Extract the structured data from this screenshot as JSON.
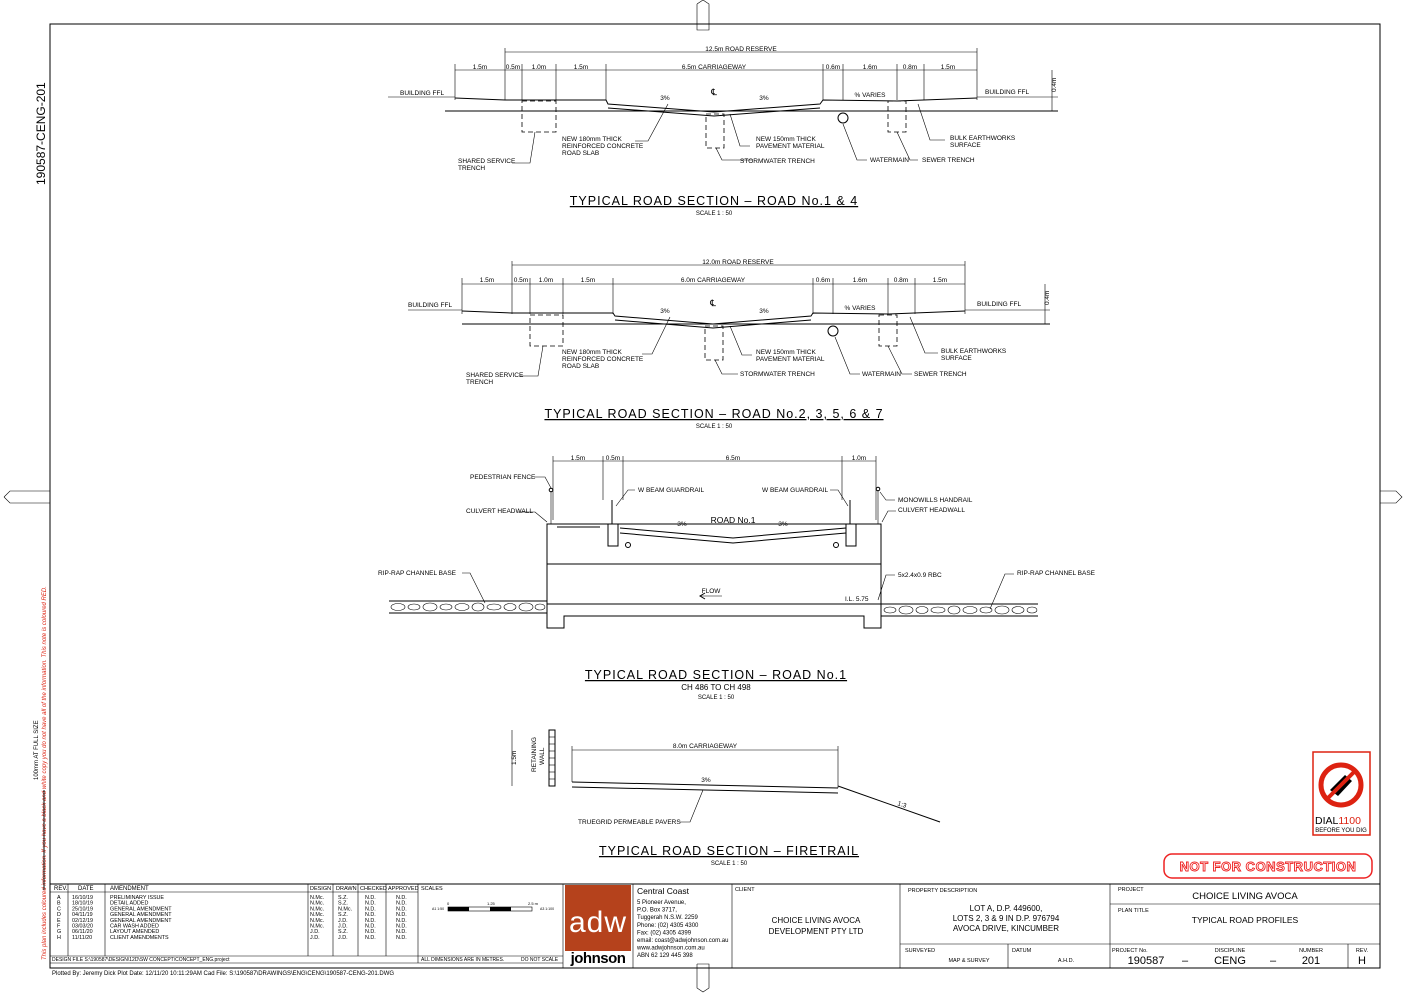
{
  "sheet": {
    "drawing_id": "190587-CENG-201",
    "full_size_note": "100mm AT FULL SIZE",
    "colour_note": "This plan includes coloured information. If you have a black and white copy you do not have all of the information. This note is coloured RED."
  },
  "section1": {
    "title": "TYPICAL ROAD SECTION – ROAD No.1 & 4",
    "scale": "SCALE 1 : 50",
    "reserve": "12.5m ROAD RESERVE",
    "carriageway": "6.5m CARRIAGEWAY",
    "dims": [
      "1.5m",
      "0.5m",
      "1.0m",
      "1.5m",
      "0.6m",
      "1.6m",
      "0.8m",
      "1.5m"
    ],
    "height": "0.4m",
    "ffl_left": "BUILDING FFL",
    "ffl_right": "BUILDING FFL",
    "fall_left": "3%",
    "fall_right": "3%",
    "varies": "% VARIES",
    "cl": "℄",
    "labels": {
      "shared_service_1": "SHARED SERVICE",
      "shared_service_2": "TRENCH",
      "slab_1": "NEW 180mm THICK",
      "slab_2": "REINFORCED CONCRETE",
      "slab_3": "ROAD SLAB",
      "stormwater": "STORMWATER TRENCH",
      "pavement_1": "NEW 150mm THICK",
      "pavement_2": "PAVEMENT MATERIAL",
      "watermain": "WATERMAIN",
      "sewer": "SEWER TRENCH",
      "earthworks_1": "BULK EARTHWORKS",
      "earthworks_2": "SURFACE"
    }
  },
  "section2": {
    "title": "TYPICAL ROAD SECTION – ROAD No.2, 3, 5, 6 & 7",
    "scale": "SCALE 1 : 50",
    "reserve": "12.0m ROAD RESERVE",
    "carriageway": "6.0m CARRIAGEWAY",
    "dims": [
      "1.5m",
      "0.5m",
      "1.0m",
      "1.5m",
      "0.6m",
      "1.6m",
      "0.8m",
      "1.5m"
    ],
    "height": "0.4m",
    "ffl_left": "BUILDING FFL",
    "ffl_right": "BUILDING FFL",
    "fall_left": "3%",
    "fall_right": "3%",
    "varies": "% VARIES",
    "cl": "℄",
    "labels": {
      "shared_service_1": "SHARED SERVICE",
      "shared_service_2": "TRENCH",
      "slab_1": "NEW 180mm THICK",
      "slab_2": "REINFORCED CONCRETE",
      "slab_3": "ROAD SLAB",
      "stormwater": "STORMWATER TRENCH",
      "pavement_1": "NEW 150mm THICK",
      "pavement_2": "PAVEMENT MATERIAL",
      "watermain": "WATERMAIN",
      "sewer": "SEWER TRENCH",
      "earthworks_1": "BULK EARTHWORKS",
      "earthworks_2": "SURFACE"
    }
  },
  "section3": {
    "title": "TYPICAL ROAD SECTION – ROAD No.1",
    "subtitle": "CH 486 TO CH 498",
    "scale": "SCALE 1 : 50",
    "dims": [
      "1.5m",
      "0.5m",
      "6.5m",
      "1.0m"
    ],
    "road_label": "ROAD No.1",
    "fall_left": "3%",
    "fall_right": "3%",
    "flow": "FLOW",
    "level": "I.L. 5.75",
    "rbc": "5x2.4x0.9 RBC",
    "labels": {
      "ped_fence": "PEDESTRIAN FENCE",
      "guardrail_left": "W BEAM GUARDRAIL",
      "guardrail_right": "W BEAM GUARDRAIL",
      "handrail": "MONOWILLS HANDRAIL",
      "headwall_left": "CULVERT HEADWALL",
      "headwall_right": "CULVERT HEADWALL",
      "riprap_left": "RIP-RAP CHANNEL BASE",
      "riprap_right": "RIP-RAP CHANNEL BASE"
    }
  },
  "section4": {
    "title": "TYPICAL ROAD SECTION – FIRETRAIL",
    "scale": "SCALE 1 : 50",
    "carriageway": "8.0m CARRIAGEWAY",
    "wall_height": "1.5m",
    "wall_label_1": "RETAINING",
    "wall_label_2": "WALL",
    "fall": "3%",
    "batter": "1:3",
    "pavers": "TRUEGRID PERMEABLE PAVERS"
  },
  "dial": {
    "word": "DIAL",
    "number": "1100",
    "caption": "BEFORE YOU DIG"
  },
  "stamp": "NOT FOR CONSTRUCTION",
  "title_block": {
    "headers": {
      "rev": "REV.",
      "date": "DATE",
      "amendment": "AMENDMENT",
      "design": "DESIGN",
      "drawn": "DRAWN",
      "checked": "CHECKED",
      "approved": "APPROVED",
      "scales": "SCALES"
    },
    "revisions": [
      {
        "rev": "A",
        "date": "16/10/19",
        "amendment": "PRELIMINARY ISSUE",
        "design": "N.Mc.",
        "drawn": "S.Z.",
        "checked": "N.D.",
        "approved": "N.D."
      },
      {
        "rev": "B",
        "date": "18/10/19",
        "amendment": "DETAIL ADDED",
        "design": "N.Mc.",
        "drawn": "S.Z.",
        "checked": "N.D.",
        "approved": "N.D."
      },
      {
        "rev": "C",
        "date": "25/10/19",
        "amendment": "GENERAL AMENDMENT",
        "design": "N.Mc.",
        "drawn": "N.Mc.",
        "checked": "N.D.",
        "approved": "N.D."
      },
      {
        "rev": "D",
        "date": "04/11/19",
        "amendment": "GENERAL AMENDMENT",
        "design": "N.Mc.",
        "drawn": "S.Z.",
        "checked": "N.D.",
        "approved": "N.D."
      },
      {
        "rev": "E",
        "date": "02/12/19",
        "amendment": "GENERAL AMENDMENT",
        "design": "N.Mc.",
        "drawn": "J.D.",
        "checked": "N.D.",
        "approved": "N.D."
      },
      {
        "rev": "F",
        "date": "03/03/20",
        "amendment": "CAR WASH ADDED",
        "design": "N.Mc.",
        "drawn": "J.D.",
        "checked": "N.D.",
        "approved": "N.D."
      },
      {
        "rev": "G",
        "date": "06/11/20",
        "amendment": "LAYOUT AMENDED",
        "design": "J.D.",
        "drawn": "S.Z.",
        "checked": "N.D.",
        "approved": "N.D."
      },
      {
        "rev": "H",
        "date": "11/11/20",
        "amendment": "CLIENT AMENDMENTS",
        "design": "J.D.",
        "drawn": "J.D.",
        "checked": "N.D.",
        "approved": "N.D."
      }
    ],
    "scale_bar": {
      "left": "A1\n1:50",
      "mid": "1.25",
      "right": "2.5 m",
      "right2": "A3\n1:100",
      "zero": "0"
    },
    "dims_note": "ALL DIMENSIONS ARE IN METRES.",
    "do_not_scale": "DO NOT SCALE",
    "design_file": "DESIGN FILE   S:\\190587\\DESIGN\\12D\\SW CONCEPT\\CONCEPT_ENG.project",
    "logo": {
      "letters": "adw",
      "name": "johnson"
    },
    "office": {
      "name": "Central Coast",
      "lines": [
        "5 Pioneer Avenue,",
        "P.O. Box 3717,",
        "Tuggerah N.S.W. 2259",
        "Phone:  (02)  4305  4300",
        "Fax:     (02)  4305  4399",
        "email: coast@adwjohnson.com.au",
        "www.adwjohnson.com.au",
        "ABN   62 129 445 398"
      ]
    },
    "client_label": "CLIENT",
    "client_lines": [
      "CHOICE LIVING AVOCA",
      "DEVELOPMENT PTY LTD"
    ],
    "property_label": "PROPERTY DESCRIPTION",
    "property_lines": [
      "LOT A, D.P. 449600,",
      "LOTS 2, 3 & 9 IN D.P. 976794",
      "AVOCA DRIVE, KINCUMBER"
    ],
    "surveyed_label": "SURVEYED",
    "surveyed_value": "MAP & SURVEY",
    "datum_label": "DATUM",
    "datum_value": "A.H.D.",
    "project_label": "PROJECT",
    "project_value": "CHOICE LIVING AVOCA",
    "plan_title_label": "PLAN TITLE",
    "plan_title_value": "TYPICAL ROAD PROFILES",
    "project_no_label": "PROJECT No.",
    "project_no": "190587",
    "discipline_label": "DISCIPLINE",
    "discipline": "CENG",
    "number_label": "NUMBER",
    "number": "201",
    "rev_label": "REV.",
    "rev": "H",
    "sep": "–"
  },
  "plot_line": "Plotted By:  Jeremy Dick   Plot Date:  12/11/20 10:11:29AM   Cad File:  S:\\190587\\DRAWINGS\\ENG\\CENG\\190587-CENG-201.DWG"
}
